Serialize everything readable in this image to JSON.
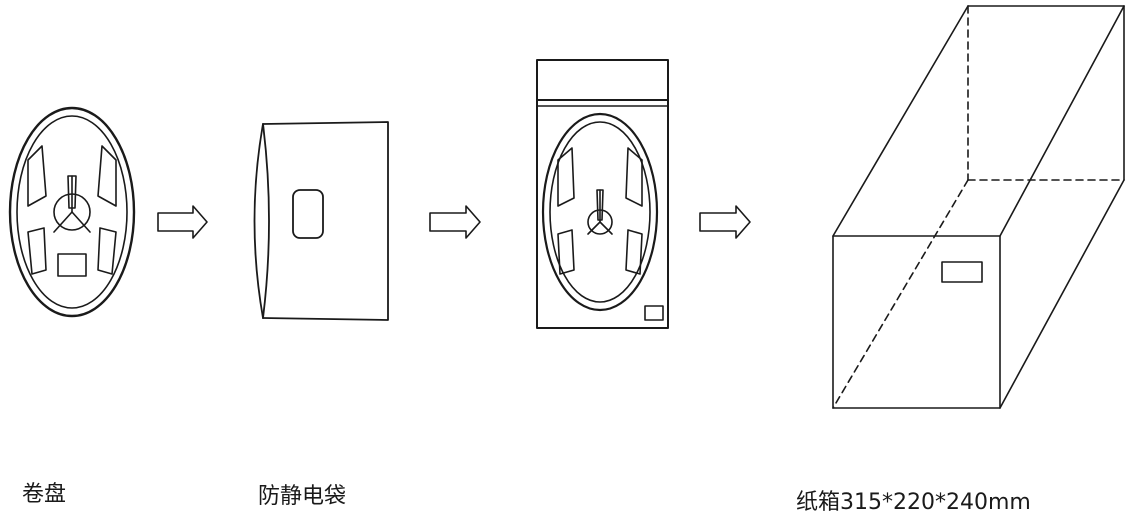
{
  "labels": {
    "reel": "卷盘",
    "antistatic_bag": "防静电袋",
    "carton": "纸箱315*220*240mm"
  }
}
